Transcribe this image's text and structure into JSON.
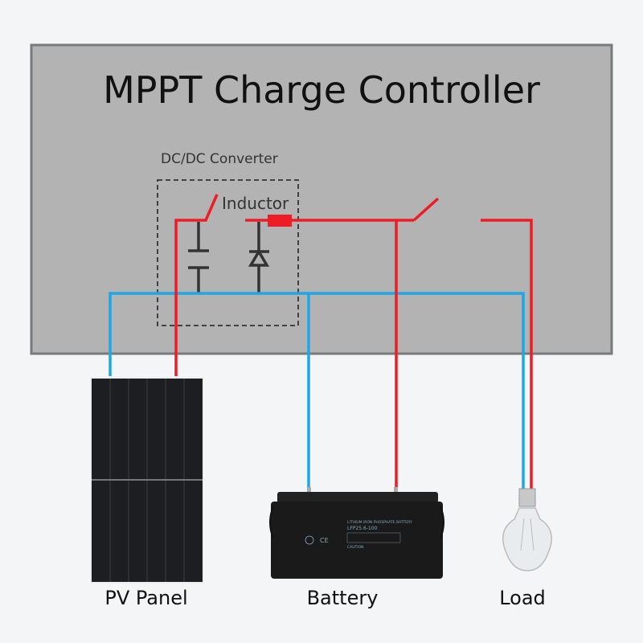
{
  "title": "MPPT Charge Controller",
  "converter_label": "DC/DC Converter",
  "inductor_label": "Inductor",
  "components": {
    "pv": "PV Panel",
    "battery": "Battery",
    "load": "Load"
  },
  "battery_text": {
    "type": "LITHIUM IRON PHOSPHATE BATTERY",
    "model": "LFP25.6-100",
    "caution": "CAUTION"
  },
  "colors": {
    "positive": "#ee1c24",
    "negative": "#1ea7e8",
    "controller": "#b3b3b3"
  }
}
